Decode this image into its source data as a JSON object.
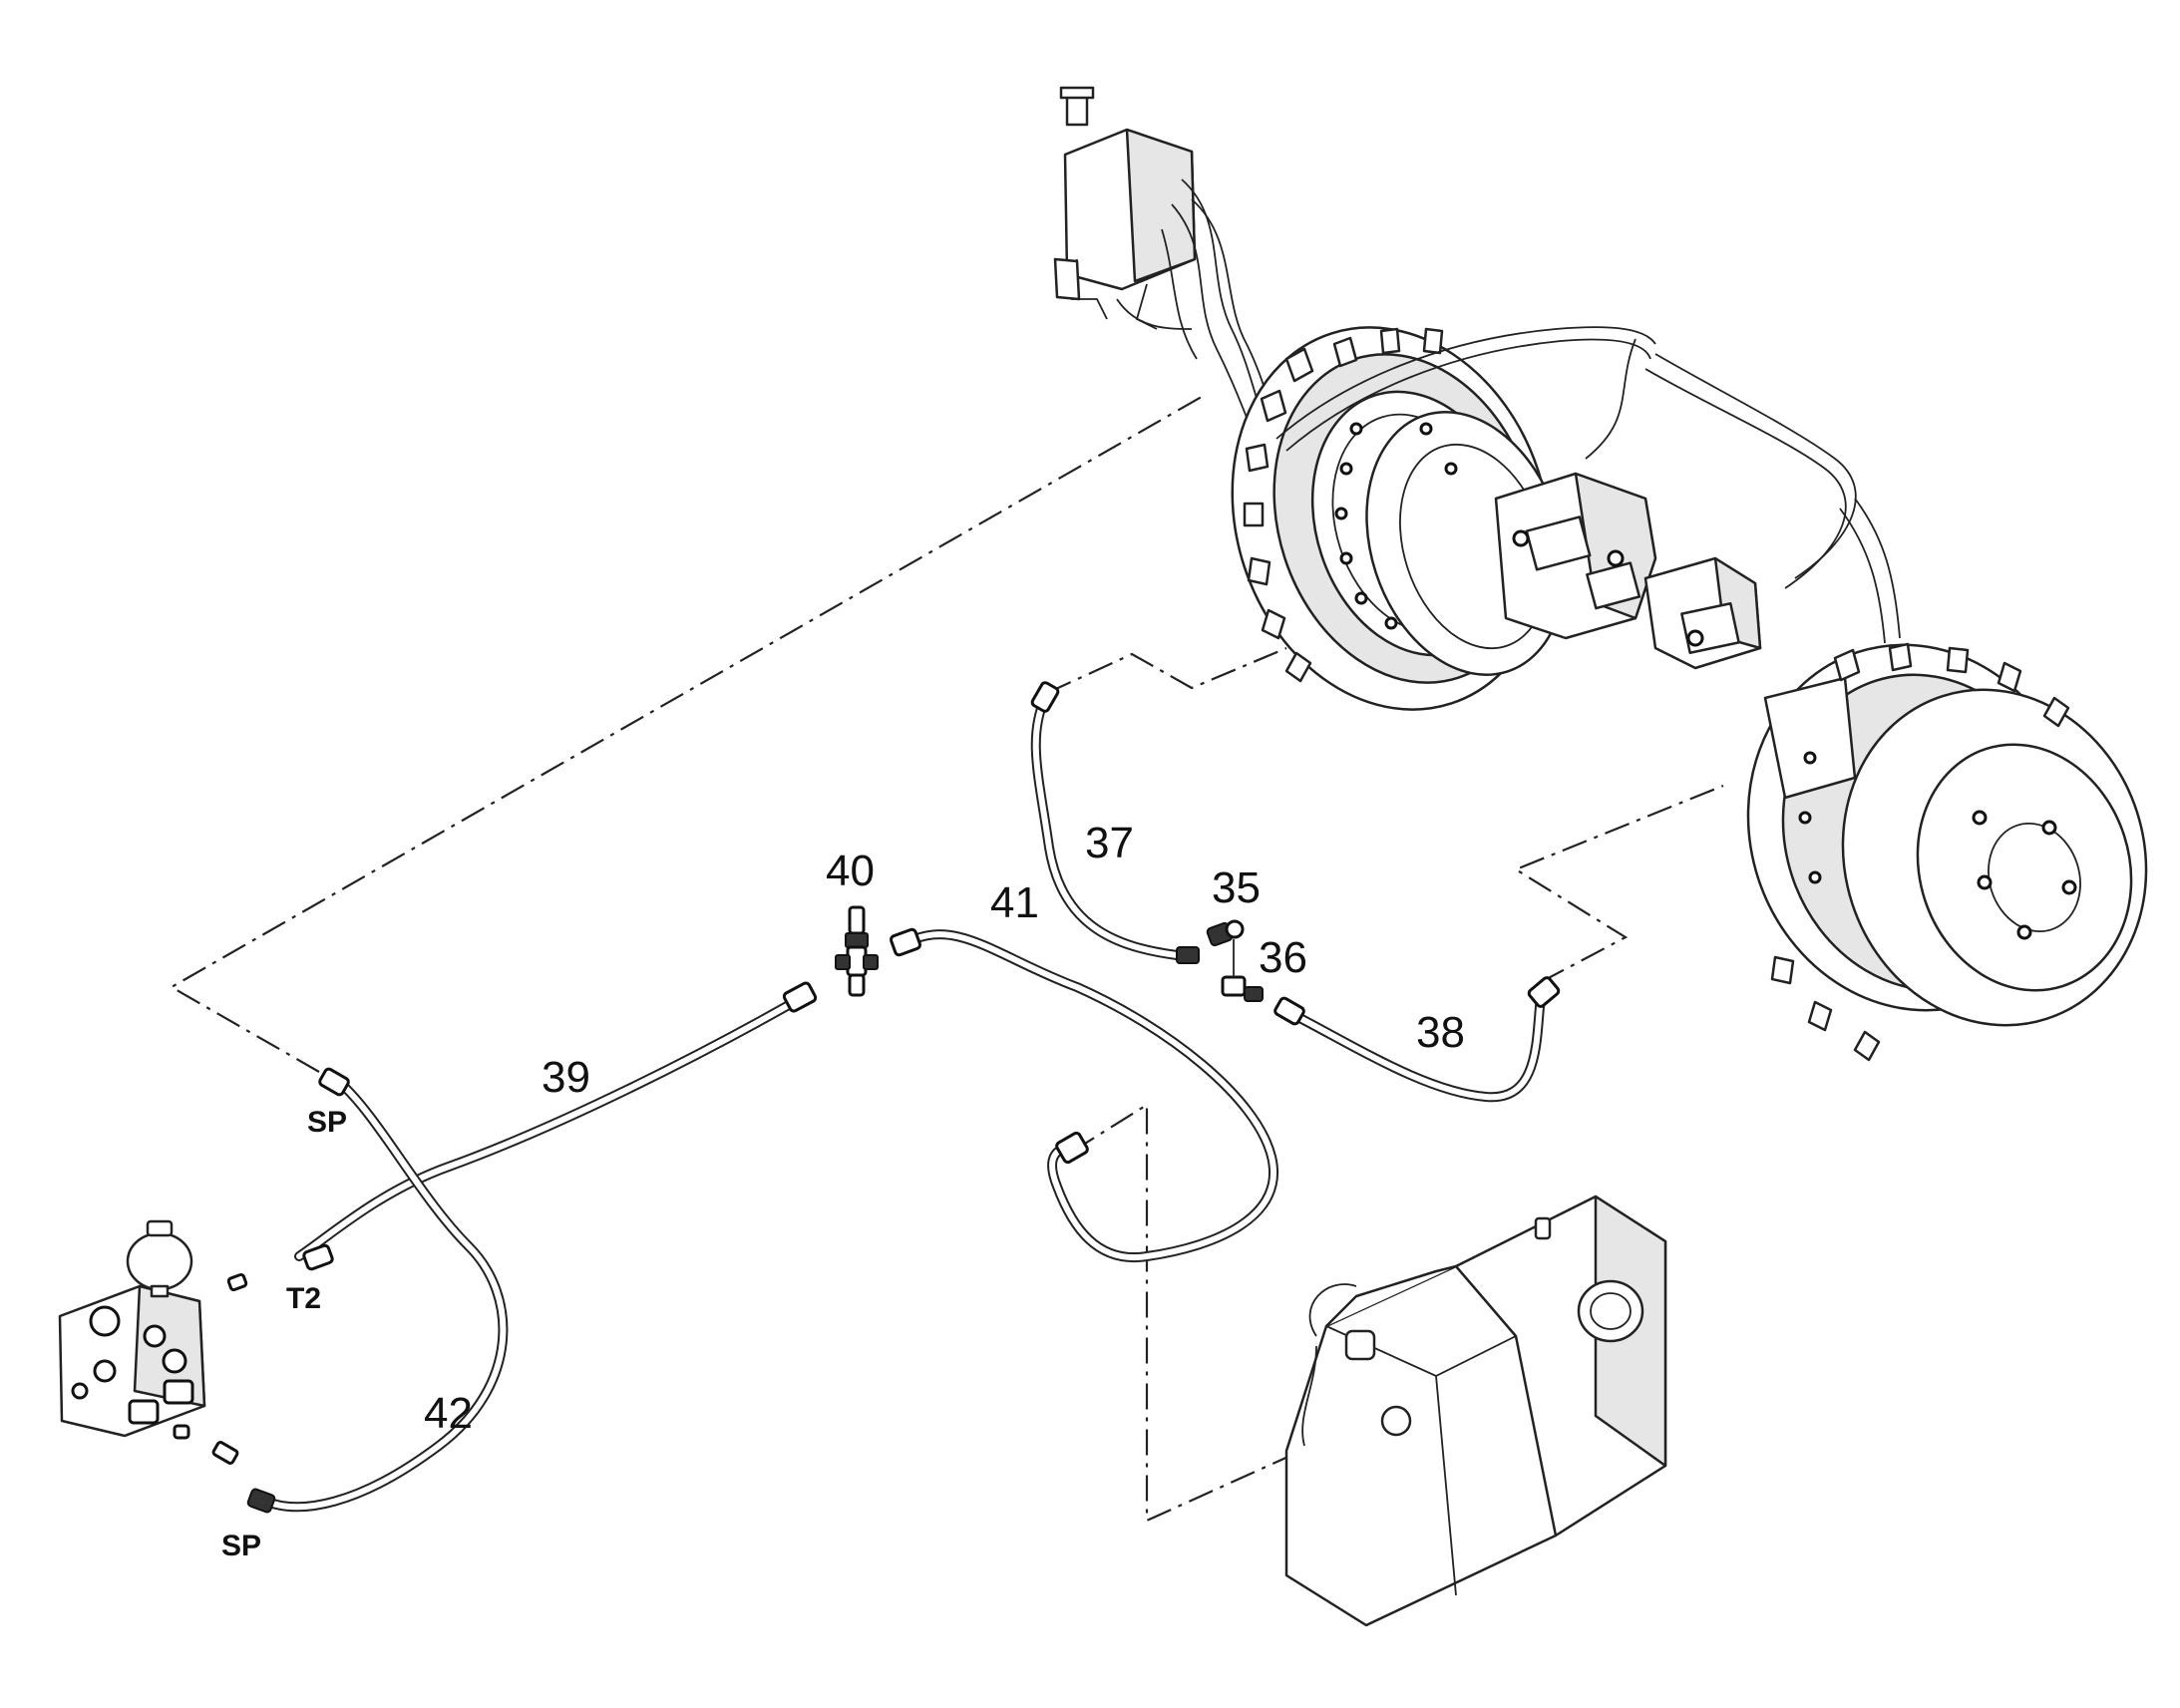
{
  "callouts": {
    "c35": "35",
    "c36": "36",
    "c37": "37",
    "c38": "38",
    "c39": "39",
    "c40": "40",
    "c41": "41",
    "c42": "42"
  },
  "ports": {
    "sp_upper": "SP",
    "sp_lower": "SP",
    "t2": "T2"
  }
}
